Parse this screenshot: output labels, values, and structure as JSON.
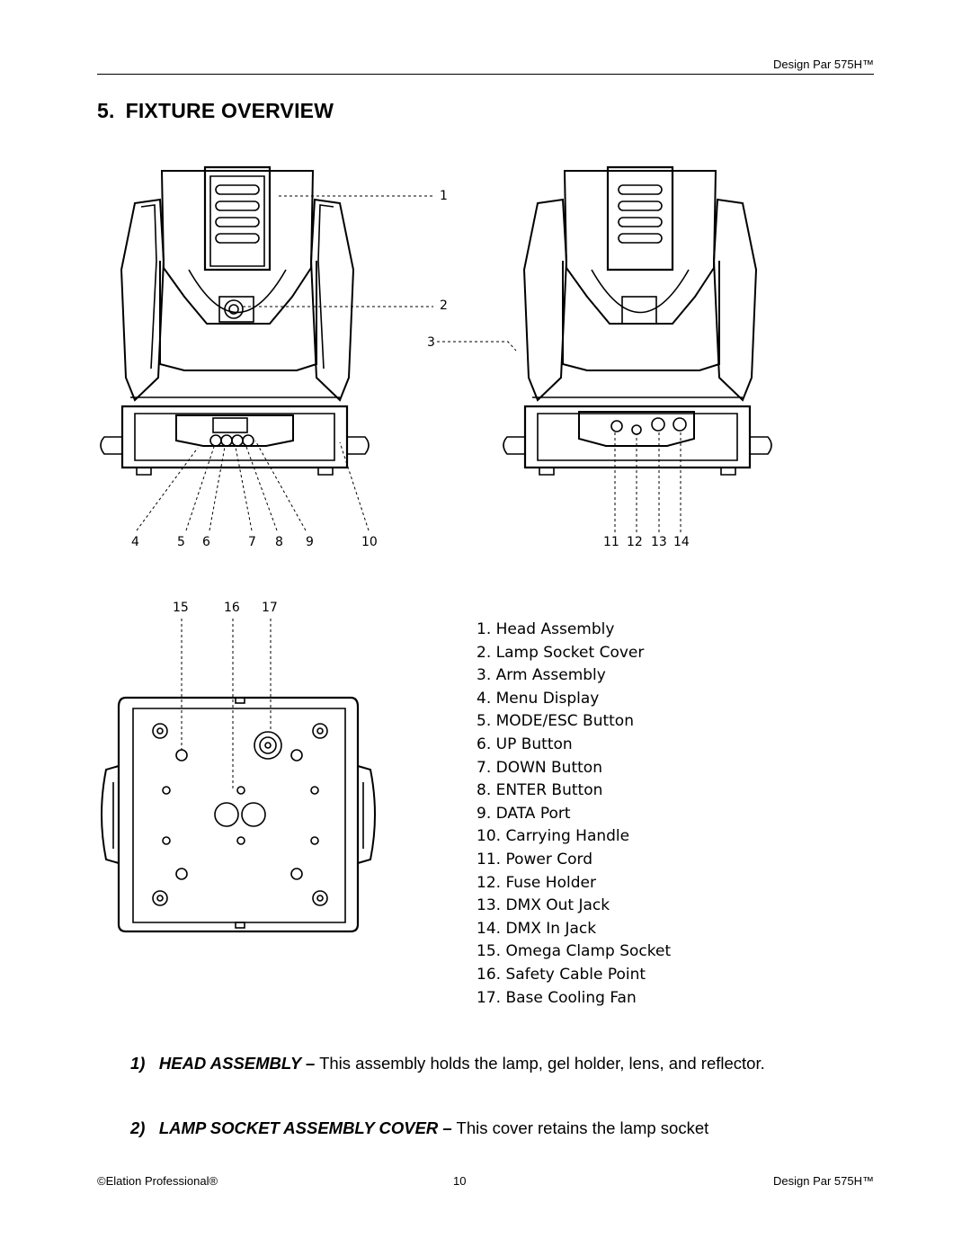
{
  "header": {
    "product": "Design Par 575H™"
  },
  "section": {
    "number": "5.",
    "title": "FIXTURE OVERVIEW"
  },
  "callouts": [
    "1",
    "2",
    "3",
    "4",
    "5",
    "6",
    "7",
    "8",
    "9",
    "10",
    "11",
    "12",
    "13",
    "14",
    "15",
    "16",
    "17"
  ],
  "legend": [
    "1. Head Assembly",
    "2. Lamp Socket Cover",
    "3. Arm Assembly",
    "4. Menu Display",
    "5. MODE/ESC Button",
    "6. UP Button",
    "7. DOWN Button",
    "8. ENTER Button",
    "9. DATA Port",
    "10. Carrying Handle",
    "11. Power Cord",
    "12. Fuse Holder",
    "13. DMX Out Jack",
    "14. DMX In Jack",
    "15. Omega Clamp Socket",
    "16. Safety Cable Point",
    "17. Base Cooling Fan"
  ],
  "descriptions": [
    {
      "num": "1)",
      "term": "HEAD ASSEMBLY –",
      "text": "This assembly holds the lamp, gel holder, lens, and reflector."
    },
    {
      "num": "2)",
      "term": "LAMP SOCKET ASSEMBLY COVER –",
      "text": "This cover retains the lamp socket"
    }
  ],
  "footer": {
    "left": "©Elation Professional®",
    "page": "10",
    "right": "Design Par 575H™"
  }
}
